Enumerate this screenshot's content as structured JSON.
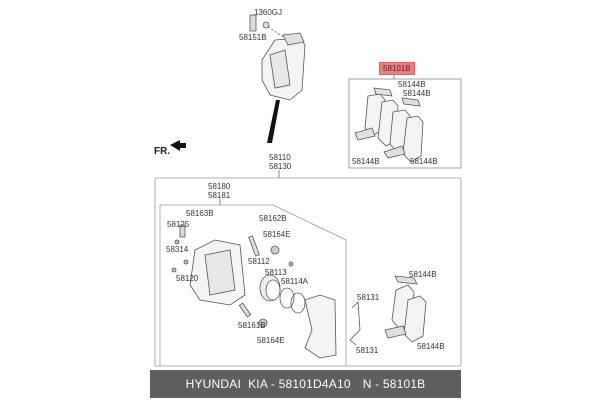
{
  "diagram": {
    "labels": {
      "bolt_top": "1360GJ",
      "bolt_guide": "58151B",
      "pad_kit_highlight": "58101B",
      "pad_clip_1": "58144B",
      "pad_clip_2": "58144B",
      "pad_clip_3": "58144B",
      "pad_clip_4": "58144B",
      "caliper_assy_1": "58110",
      "caliper_assy_2": "58130",
      "direction": "FR.",
      "caliper_body_1": "58180",
      "caliper_body_2": "58181",
      "bolt_163b": "58163B",
      "bolt_162b": "58162B",
      "part_125": "58125",
      "part_164e_top": "58164E",
      "part_314": "58314",
      "piston": "58112",
      "seal": "58113",
      "boot": "58114A",
      "bleeder": "58120",
      "bolt_161b": "58161B",
      "part_164e_bottom": "58164E",
      "spring_1": "58131",
      "spring_2": "58131",
      "pad_clip_5": "58144B",
      "pad_clip_6": "58144B"
    },
    "highlight_color": "#f47c7c"
  },
  "footer": {
    "brand": "HYUNDAI  KIA - 58101D4A10",
    "part": "N - 58101B",
    "background": "#5e5e5e"
  }
}
